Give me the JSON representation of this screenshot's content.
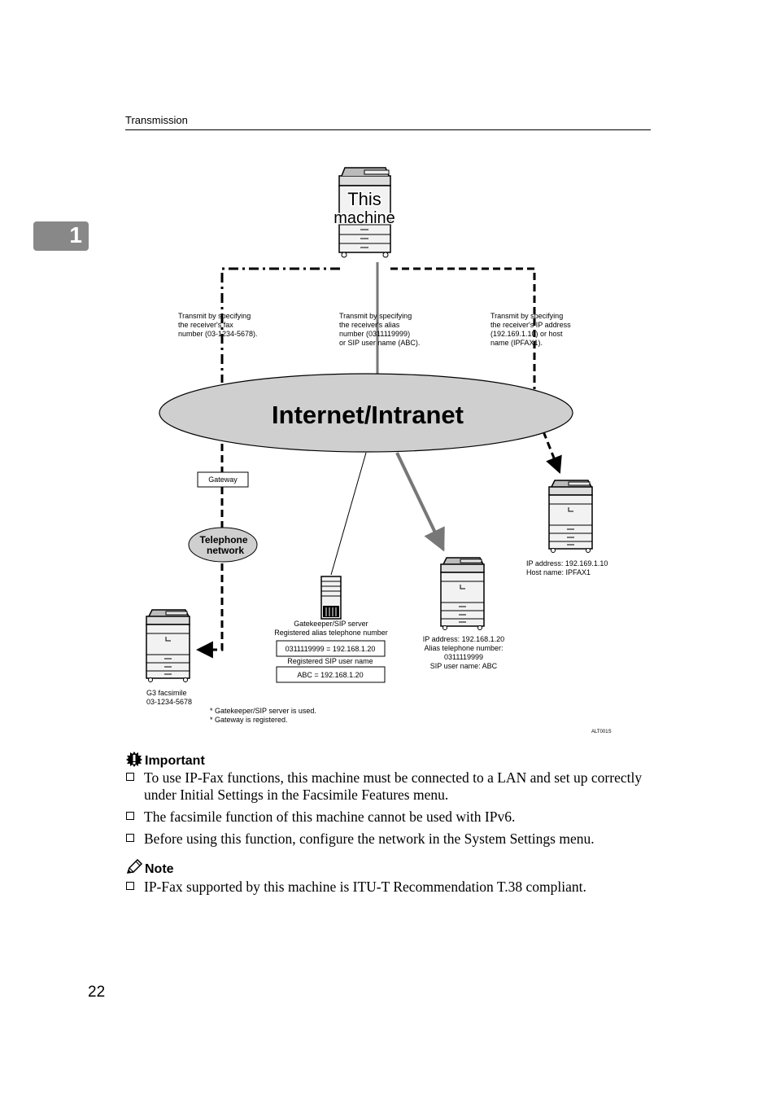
{
  "header": {
    "section": "Transmission"
  },
  "chapter_tab": "1",
  "diagram": {
    "this_machine": [
      "This",
      "machine"
    ],
    "network": "Internet/Intranet",
    "route_fax": [
      "Transmit by specifying",
      "the receiver's fax",
      "number (03-1234-5678)."
    ],
    "route_alias": [
      "Transmit by specifying",
      "the receiver's alias",
      "number (0311119999)",
      "or SIP user name (ABC)."
    ],
    "route_ip": [
      "Transmit by specifying",
      "the receiver's IP address",
      "(192.169.1.10) or host",
      "name (IPFAX1)."
    ],
    "gateway": "Gateway",
    "telephone_network": [
      "Telephone",
      "network"
    ],
    "g3": [
      "G3 facsimile",
      "03-1234-5678"
    ],
    "gatekeeper_title": [
      "Gatekeeper/SIP server",
      "Registered alias telephone number"
    ],
    "alias_entry": "0311119999 = 192.168.1.20",
    "sip_label": "Registered SIP user name",
    "sip_entry": "ABC = 192.168.1.20",
    "machine_mid": [
      "IP address: 192.168.1.20",
      "Alias telephone number:",
      "0311119999",
      "SIP user name: ABC"
    ],
    "machine_right": [
      "IP address: 192.169.1.10",
      "Host name: IPFAX1"
    ],
    "footnotes": [
      "* Gatekeeper/SIP server is used.",
      "* Gateway is registered."
    ],
    "figure_id": "ALT001S"
  },
  "important": {
    "title": "Important",
    "items": [
      "To use IP-Fax functions, this machine must be connected to a LAN and set up correctly under Initial Settings in the Facsimile Features menu.",
      "The facsimile function of this machine cannot be used with IPv6.",
      "Before using this function, configure the network in the System Settings menu."
    ]
  },
  "note": {
    "title": "Note",
    "items": [
      "IP-Fax supported by this machine is ITU-T Recommendation T.38 compliant."
    ]
  },
  "page_number": "22"
}
